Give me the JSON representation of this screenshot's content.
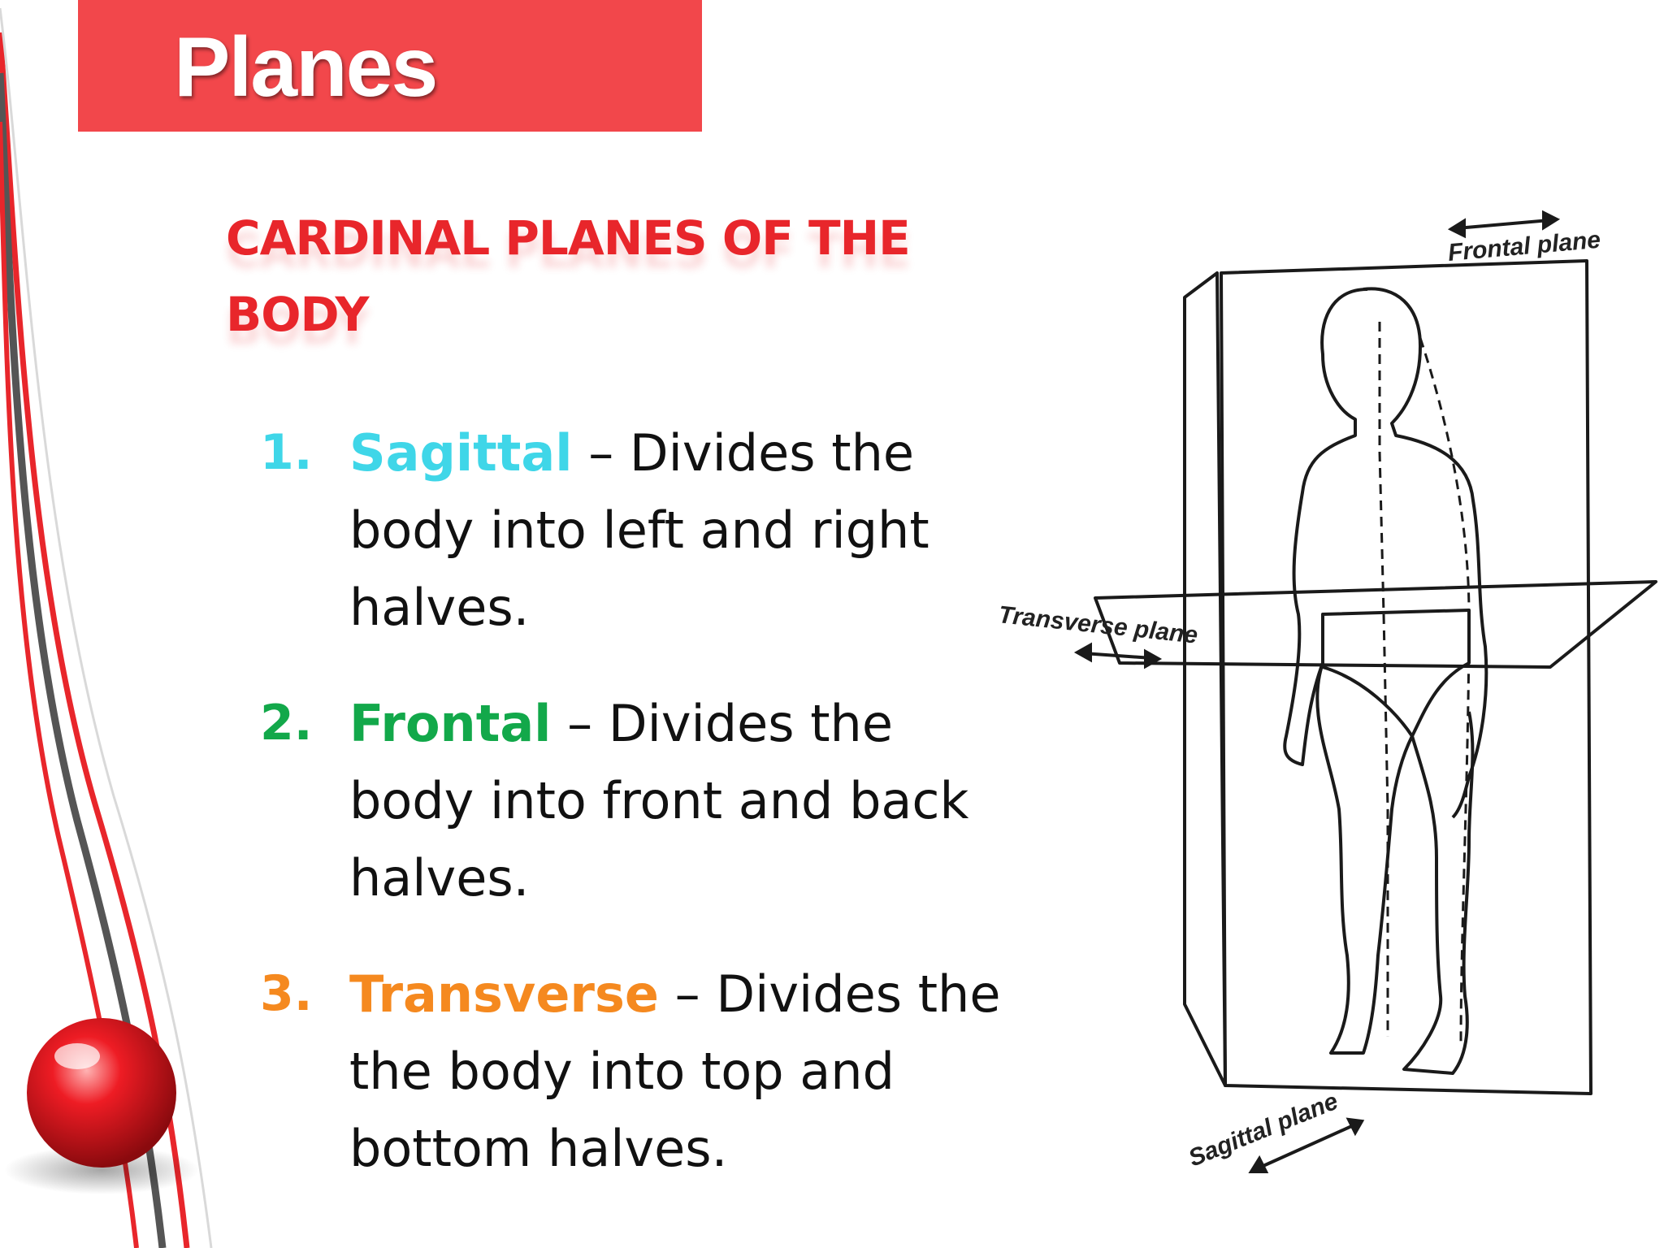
{
  "title": "Planes",
  "subtitle": "CARDINAL PLANES OF THE BODY",
  "items": [
    {
      "number": "1.",
      "term": "Sagittal",
      "description": " – Divides the body into left and right halves.",
      "color": "#3fd6e8"
    },
    {
      "number": "2.",
      "term": "Frontal",
      "description": " – Divides the body into front and back halves.",
      "color": "#12a84a"
    },
    {
      "number": "3.",
      "term": "Transverse",
      "description": " – Divides the the body into top and bottom halves.",
      "color": "#f5891f"
    }
  ],
  "figure": {
    "labels": {
      "frontal": "Frontal plane",
      "transverse": "Transverse plane",
      "sagittal": "Sagittal plane"
    }
  },
  "colors": {
    "title_bar": "#f2474b",
    "subtitle": "#e8262b",
    "accent_curve": "#e8262b"
  }
}
